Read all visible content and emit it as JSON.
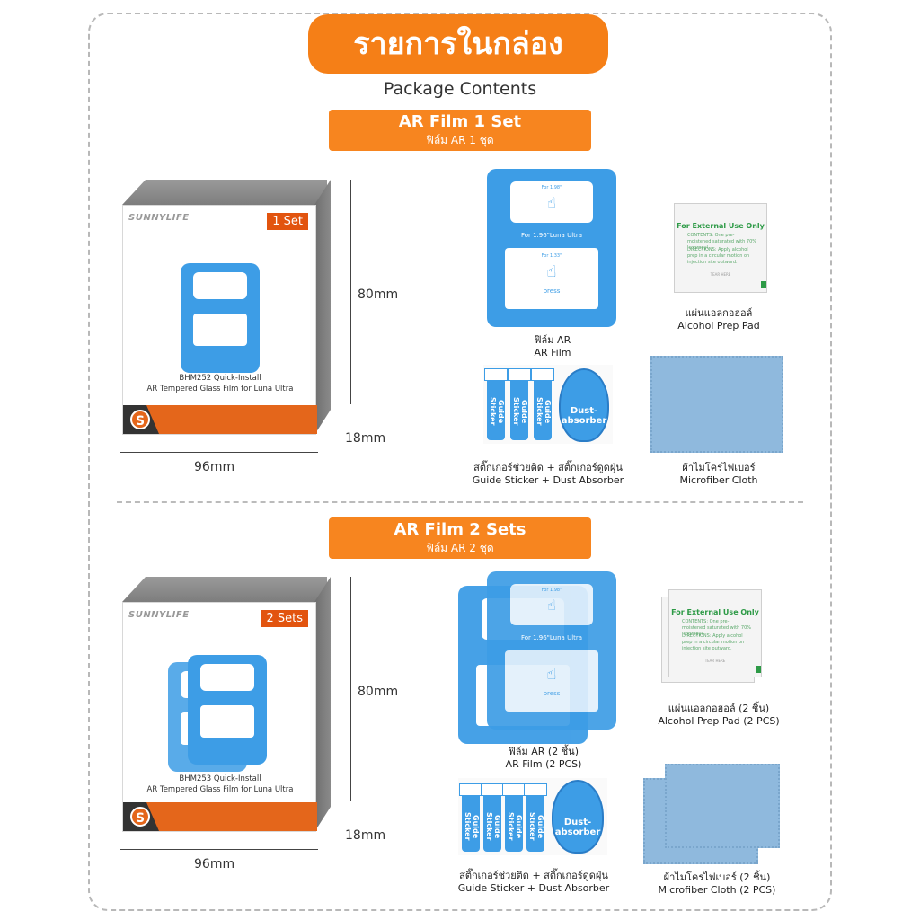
{
  "header": {
    "title_th": "รายการในกล่อง",
    "title_en": "Package Contents"
  },
  "sections": [
    {
      "banner_en": "AR Film 1 Set",
      "banner_th": "ฟิล์ม AR 1 ชุด",
      "box": {
        "brand": "SUNNYLIFE",
        "badge": "1 Set",
        "line1": "BHM252 Quick-Install",
        "line2": "AR Tempered Glass Film for Luna Ultra",
        "logo": "S"
      },
      "dims": {
        "height": "80mm",
        "depth": "18mm",
        "width": "96mm"
      },
      "film": {
        "size_top": "For 1.98\"",
        "tap1": "For 1.96\"",
        "model": "For 1.96\"Luna Ultra",
        "size_bottom": "For 1.33\"",
        "press": "press"
      },
      "items": {
        "film_th": "ฟิล์ม AR",
        "film_en": "AR Film",
        "pad_th": "แผ่นแอลกอฮอล์",
        "pad_en": "Alcohol Prep Pad",
        "sticker_th": "สติ๊กเกอร์ช่วยติด + สติ๊กเกอร์ดูดฝุ่น",
        "sticker_en": "Guide Sticker + Dust Absorber",
        "cloth_th": "ผ้าไมโครไฟเบอร์",
        "cloth_en": "Microfiber Cloth"
      },
      "pad": {
        "head": "For External Use Only",
        "contents": "CONTENTS: One pre-moistened saturated with 70% Isopropyl",
        "directions": "DIRECTIONS: Apply alcohol prep in a circular motion on injection site outward.",
        "tear": "TEAR HERE"
      },
      "stickers": {
        "guide": "Guide Sticker",
        "dust": "Dust-absorber"
      }
    },
    {
      "banner_en": "AR Film 2 Sets",
      "banner_th": "ฟิล์ม AR 2 ชุด",
      "box": {
        "brand": "SUNNYLIFE",
        "badge": "2 Sets",
        "line1": "BHM253 Quick-Install",
        "line2": "AR Tempered Glass Film for Luna Ultra",
        "logo": "S"
      },
      "dims": {
        "height": "80mm",
        "depth": "18mm",
        "width": "96mm"
      },
      "film": {
        "size_top": "For 1.98\"",
        "tap1": "For 1.96\"",
        "model": "For 1.96\"Luna Ultra",
        "size_bottom": "For 1.33\"",
        "press": "press"
      },
      "items": {
        "film_th": "ฟิล์ม AR (2 ชิ้น)",
        "film_en": "AR Film (2 PCS)",
        "pad_th": "แผ่นแอลกอฮอล์ (2 ชิ้น)",
        "pad_en": "Alcohol Prep Pad (2 PCS)",
        "sticker_th": "สติ๊กเกอร์ช่วยติด + สติ๊กเกอร์ดูดฝุ่น",
        "sticker_en": "Guide Sticker + Dust Absorber",
        "cloth_th": "ผ้าไมโครไฟเบอร์ (2 ชิ้น)",
        "cloth_en": "Microfiber Cloth (2 PCS)"
      },
      "pad": {
        "head": "For External Use Only",
        "contents": "CONTENTS: One pre-moistened saturated with 70% Isopropyl",
        "directions": "DIRECTIONS: Apply alcohol prep in a circular motion on injection site outward.",
        "tear": "TEAR HERE"
      },
      "stickers": {
        "guide": "Guide Sticker",
        "dust": "Dust-absorber"
      }
    }
  ],
  "colors": {
    "orange": "#f57f17",
    "film_blue": "#3d9de6",
    "cloth_blue": "#8fb9dd",
    "pad_green": "#2d9a46"
  }
}
